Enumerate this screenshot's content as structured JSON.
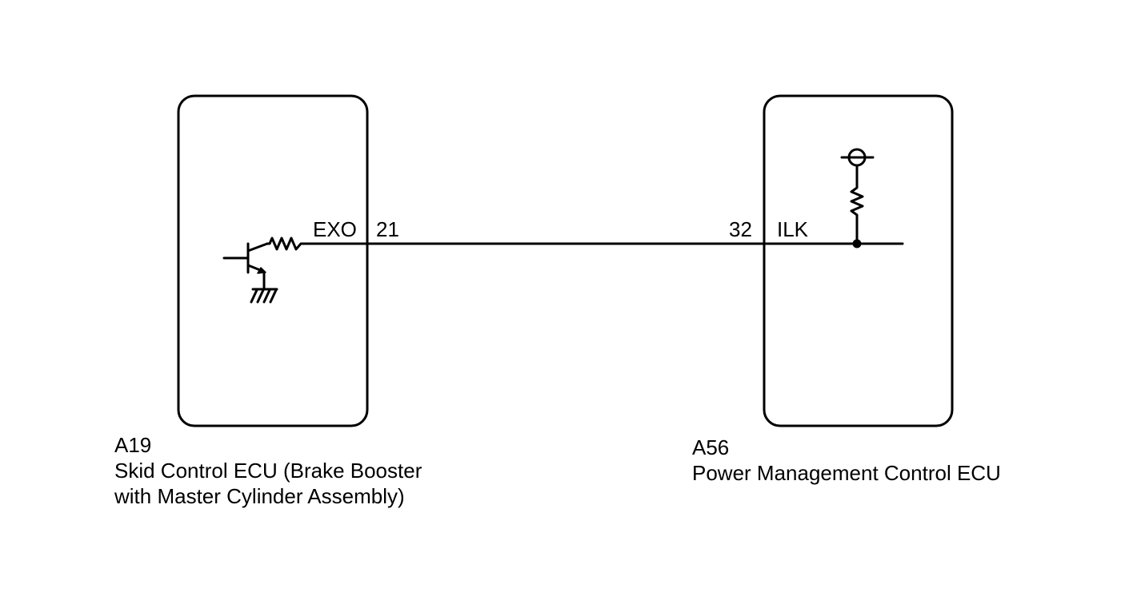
{
  "colors": {
    "line": "#000000",
    "background": "#ffffff"
  },
  "left_ecu": {
    "code": "A19",
    "name_line1": "Skid Control ECU (Brake Booster",
    "name_line2": "with Master Cylinder Assembly)",
    "terminal_name": "EXO",
    "terminal_pin": "21"
  },
  "right_ecu": {
    "code": "A56",
    "name_line1": "Power Management Control ECU",
    "terminal_pin": "32",
    "terminal_name": "ILK"
  },
  "symbols": {
    "left_internal": [
      "transistor-icon",
      "resistor-icon",
      "ground-icon"
    ],
    "right_internal": [
      "power-supply-icon",
      "resistor-icon",
      "junction-dot-icon"
    ]
  }
}
